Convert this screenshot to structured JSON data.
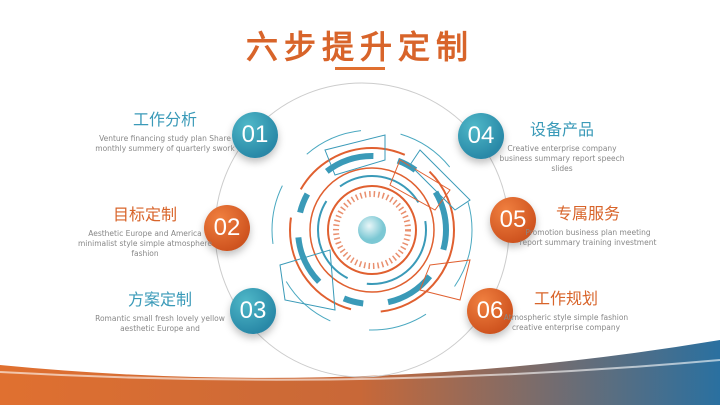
{
  "title": "六步提升定制",
  "colors": {
    "orange": "#d8642a",
    "blue": "#3a9ab8"
  },
  "steps": [
    {
      "num": "01",
      "title": "工作分析",
      "desc": "Venture financing study plan Share monthly summery of quarterly swork"
    },
    {
      "num": "02",
      "title": "目标定制",
      "desc": "Aesthetic Europe and America minimalist style simple atmosphere fashion"
    },
    {
      "num": "03",
      "title": "方案定制",
      "desc": "Romantic small fresh lovely yellow aesthetic Europe and"
    },
    {
      "num": "04",
      "title": "设备产品",
      "desc": "Creative enterprise company business summary report speech slides"
    },
    {
      "num": "05",
      "title": "专属服务",
      "desc": "Promotion business plan meeting report summary training investment"
    },
    {
      "num": "06",
      "title": "工作规划",
      "desc": "Atmospheric style simple fashion creative enterprise company"
    }
  ]
}
